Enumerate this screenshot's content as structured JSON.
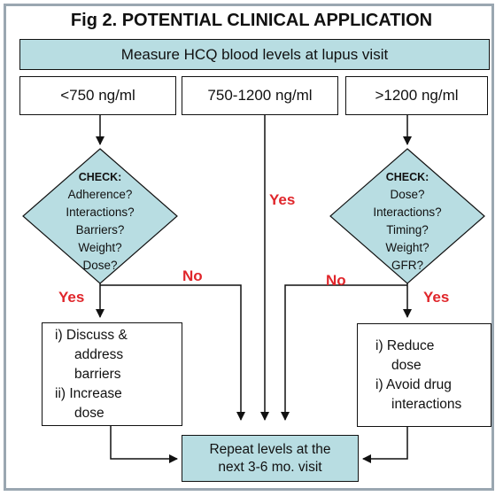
{
  "title": "Fig 2. POTENTIAL CLINICAL APPLICATION",
  "header_box": "Measure HCQ blood levels at lupus visit",
  "levels": {
    "low": "<750 ng/ml",
    "mid": "750-1200 ng/ml",
    "high": ">1200 ng/ml"
  },
  "check_left": {
    "heading": "CHECK:",
    "items": [
      "Adherence?",
      "Interactions?",
      "Barriers?",
      "Weight?",
      "Dose?"
    ]
  },
  "check_right": {
    "heading": "CHECK:",
    "items": [
      "Dose?",
      "Interactions?",
      "Timing?",
      "Weight?",
      "GFR?"
    ]
  },
  "labels": {
    "yes_left": "Yes",
    "no_left": "No",
    "yes_mid": "Yes",
    "no_right": "No",
    "yes_right": "Yes"
  },
  "action_left": {
    "line1": "i) Discuss &",
    "line2": "address",
    "line3": "barriers",
    "line4": "ii) Increase",
    "line5": "dose"
  },
  "action_right": {
    "line1": "i) Reduce",
    "line2": "dose",
    "line3": "i) Avoid drug",
    "line4": "interactions"
  },
  "result_box": {
    "line1": "Repeat levels at the",
    "line2": "next 3-6 mo. visit"
  },
  "colors": {
    "accent": "#b8dde2",
    "alert": "#e0262b",
    "frame": "#9aa7b1"
  }
}
